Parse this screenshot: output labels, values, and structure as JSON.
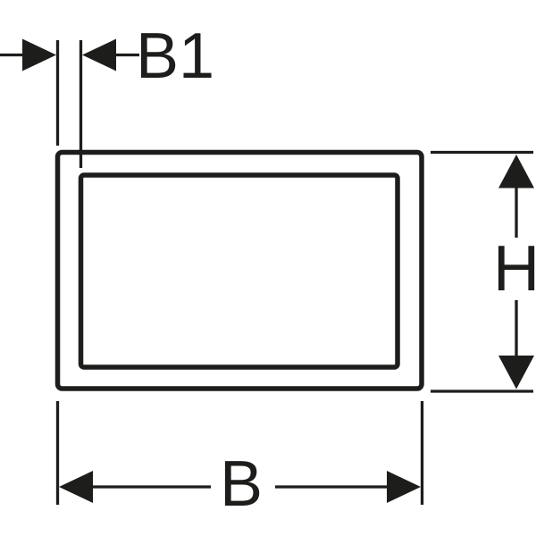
{
  "diagram": {
    "kind": "technical-dimension-drawing",
    "subject": "rectangular frame profile (outer frame with inner opening)",
    "background_color": "#ffffff",
    "line_color": "#1d1d1b",
    "dimensions": {
      "b1": {
        "label": "B1",
        "measures": "frame border width (offset between outer edge and inner opening)",
        "icons": [
          "arrow-right-icon",
          "arrow-left-icon"
        ]
      },
      "h": {
        "label": "H",
        "measures": "overall height of outer frame",
        "icons": [
          "arrow-up-icon",
          "arrow-down-icon"
        ]
      },
      "b": {
        "label": "B",
        "measures": "overall width of outer frame",
        "icons": [
          "arrow-left-icon",
          "arrow-right-icon"
        ]
      }
    }
  }
}
